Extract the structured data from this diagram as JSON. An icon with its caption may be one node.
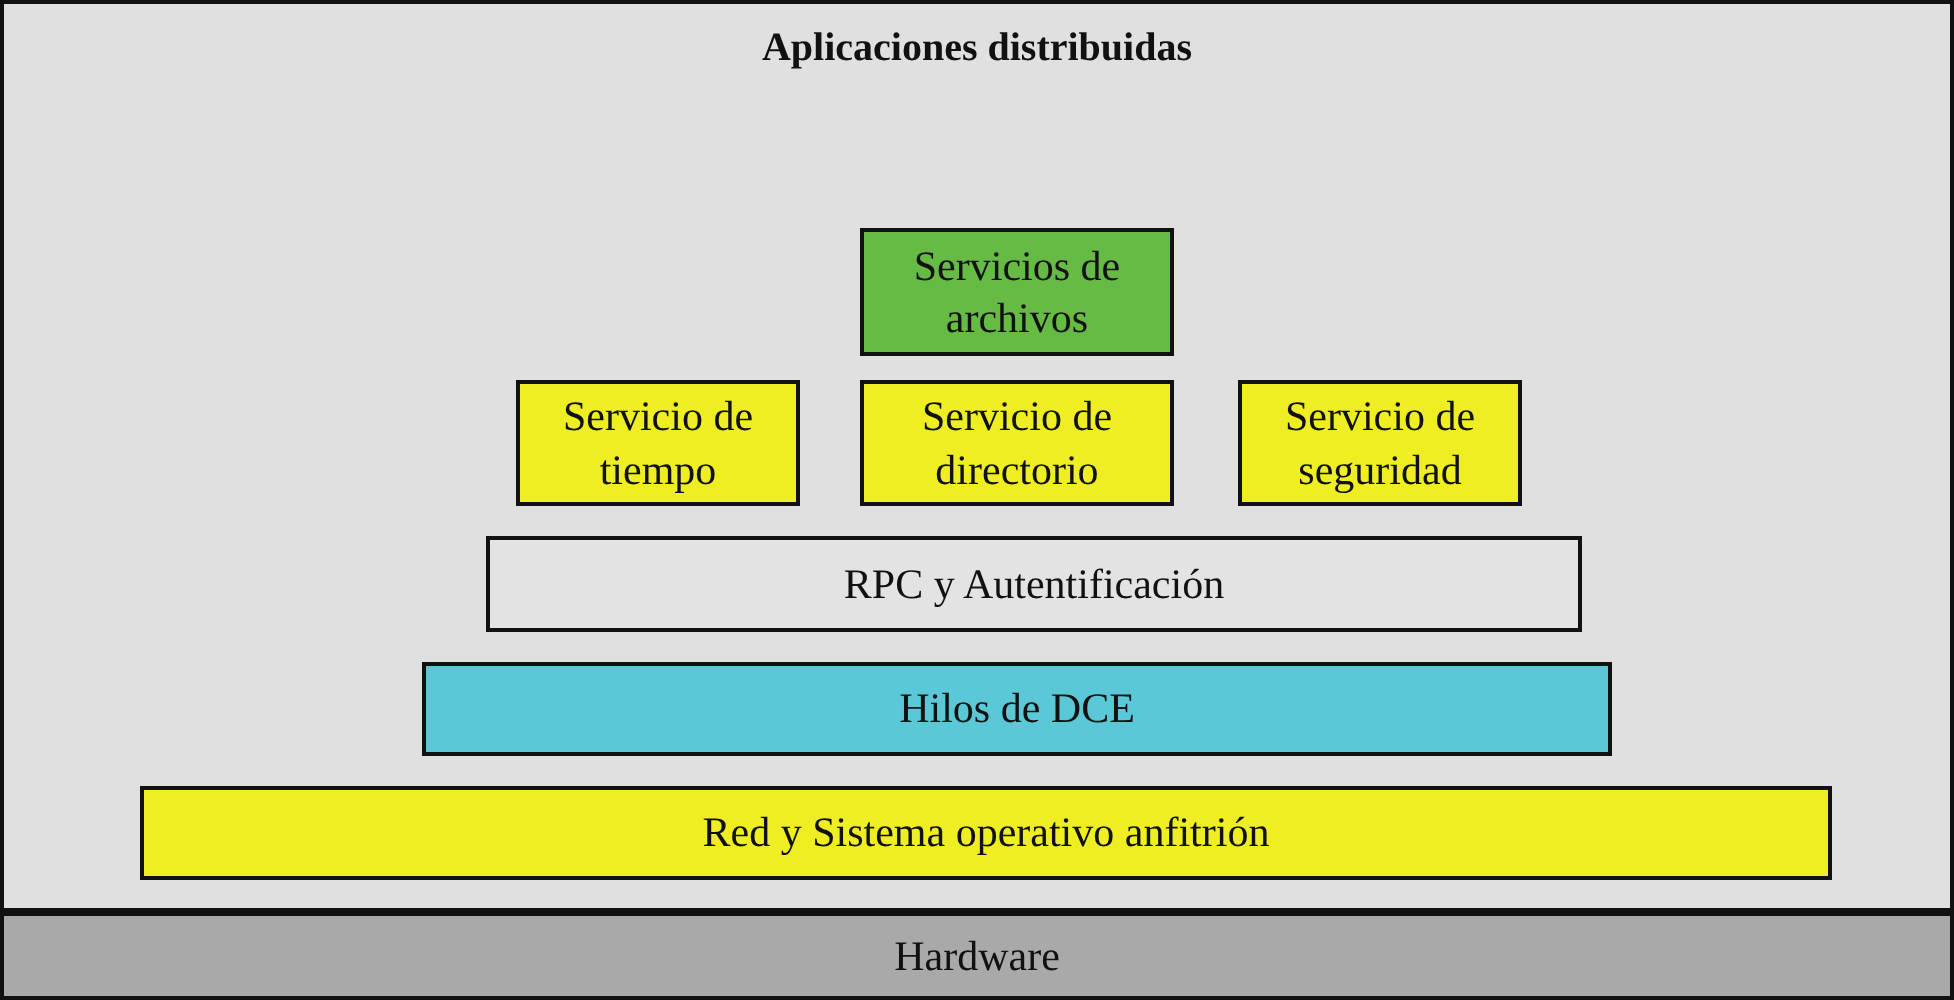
{
  "diagram": {
    "nodes": [
      {
        "text": [
          "Aplicaciones distribuidas"
        ]
      },
      {
        "text": [
          "Servicios de archivos"
        ],
        "in": 0
      },
      {
        "text": [
          "Servicio de tiempo"
        ],
        "in": 0
      },
      {
        "text": [
          "Servicio de directorio"
        ],
        "in": 0
      },
      {
        "text": [
          "Servicio de seguridad"
        ],
        "in": 0
      },
      {
        "text": [
          "RPC y Autentificación"
        ],
        "in": 0
      },
      {
        "text": [
          "Hilos de DCE"
        ],
        "in": 0
      },
      {
        "text": [
          "Red y Sistema operativo anfitrión"
        ],
        "in": 0
      },
      {
        "text": [
          "Hardware"
        ]
      }
    ]
  }
}
